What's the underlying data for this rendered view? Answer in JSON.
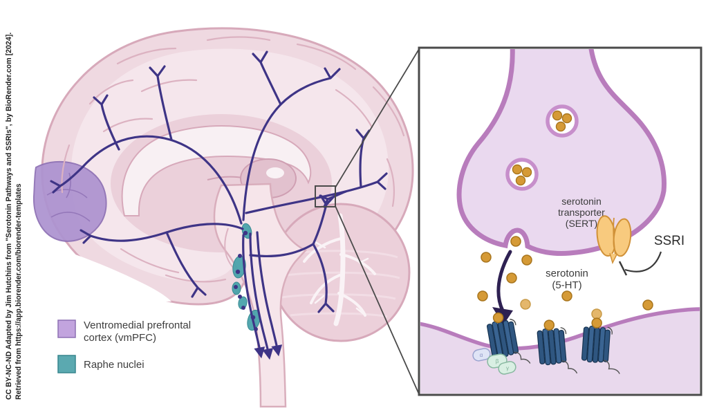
{
  "attribution": {
    "line1": "CC BY-NC-ND Adapted by Jim Hutchins from \"Serotonin Pathways and SSRIs\", by BioRender.com [2024].",
    "line2": "Retrieved from https://app.biorender.com/biorender-templates"
  },
  "legend": {
    "vmpfc": {
      "label_line1": "Ventromedial prefrontal",
      "label_line2": "cortex (vmPFC)",
      "swatch_fill": "#c2a4de",
      "swatch_border": "#8d70b4"
    },
    "raphe": {
      "label": "Raphe nuclei",
      "swatch_fill": "#5ba9b0",
      "swatch_border": "#37868e"
    }
  },
  "inset": {
    "sert_label": {
      "line1": "serotonin",
      "line2": "transporter",
      "line3": "(SERT)"
    },
    "serotonin_label": {
      "line1": "serotonin",
      "line2": "(5-HT)"
    },
    "ssri_label": "SSRI",
    "g_proteins": {
      "alpha": "α",
      "beta": "β",
      "gamma": "γ"
    }
  },
  "colors": {
    "pathway_indigo": "#3e3486",
    "raphe_teal": "#4aa3ab",
    "vmpfc_purple": "#ad93d0",
    "cortex_pink": "#efd9e1",
    "membrane_purple": "#b87cbc",
    "serotonin_orange": "#d59a36",
    "sert_yellow": "#f8ca7e",
    "receptor_blue": "#3a6492",
    "arrow_dark_purple": "#2e2152",
    "panel_border_gray": "#4a4a4a"
  }
}
